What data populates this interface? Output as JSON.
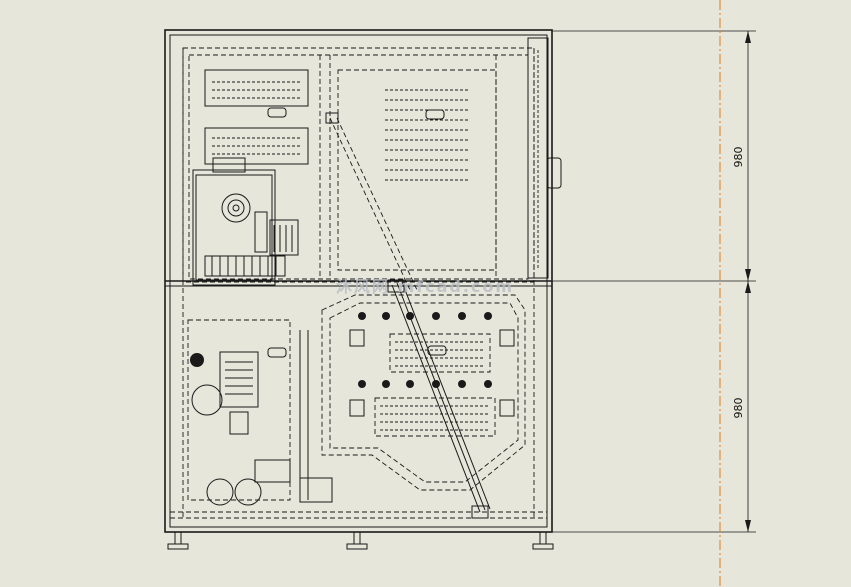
{
  "drawing": {
    "dimensions": {
      "upper_height": "980",
      "lower_height": "980"
    },
    "watermark": "沐风网 mfcad.com",
    "colors": {
      "background": "#e6e6da",
      "line": "#1a1a1a",
      "centerline": "#e07a1f"
    }
  }
}
